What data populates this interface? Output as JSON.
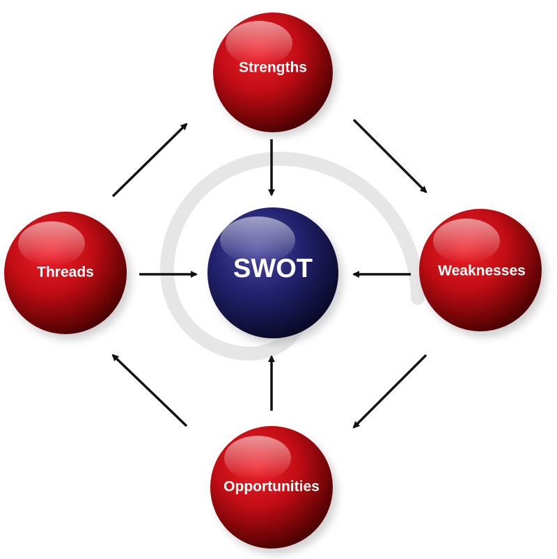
{
  "diagram": {
    "nodes": {
      "center": {
        "label": "SWOT",
        "color": "#1d1b5c"
      },
      "strengths": {
        "label": "Strengths",
        "color": "#b3050b"
      },
      "weaknesses": {
        "label": "Weaknesses",
        "color": "#b3050b"
      },
      "opportunities": {
        "label": "Opportunities",
        "color": "#b3050b"
      },
      "threads": {
        "label": "Threads",
        "color": "#b3050b"
      }
    },
    "edges": [
      {
        "from": "strengths",
        "to": "center"
      },
      {
        "from": "weaknesses",
        "to": "center"
      },
      {
        "from": "opportunities",
        "to": "center"
      },
      {
        "from": "threads",
        "to": "center"
      },
      {
        "from": "strengths",
        "to": "weaknesses"
      },
      {
        "from": "weaknesses",
        "to": "opportunities"
      },
      {
        "from": "opportunities",
        "to": "threads"
      },
      {
        "from": "threads",
        "to": "strengths"
      }
    ],
    "colors": {
      "arrow": "#111111",
      "watermark": "#e6e6e6"
    }
  }
}
